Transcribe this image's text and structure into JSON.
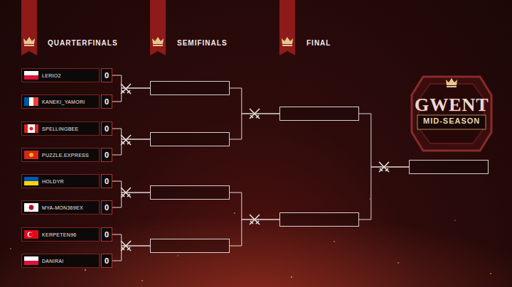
{
  "diagram": {
    "nodes": [
      {
        "text": [
          "LERIO2",
          "0"
        ]
      },
      {
        "text": [
          "KANEKI_YAMORI",
          "0"
        ]
      },
      {
        "text": [
          "SPELLINGBEE",
          "0"
        ]
      },
      {
        "text": [
          "PUZZLE.EXPRESS",
          "0"
        ]
      },
      {
        "text": [
          "HOLDYR",
          "0"
        ]
      },
      {
        "text": [
          "MYA-MON369EX",
          "0"
        ]
      },
      {
        "text": [
          "KERPETEN96",
          "0"
        ]
      },
      {
        "text": [
          "DANIRAI",
          "0"
        ]
      },
      {
        "text": []
      },
      {
        "text": []
      },
      {
        "text": []
      },
      {
        "text": []
      },
      {
        "text": []
      },
      {
        "text": []
      },
      {
        "text": []
      }
    ],
    "edges": [
      {
        "from": 0,
        "to": 8,
        "arrow": "none"
      },
      {
        "from": 1,
        "to": 8,
        "arrow": "none"
      },
      {
        "from": 2,
        "to": 9,
        "arrow": "none"
      },
      {
        "from": 3,
        "to": 9,
        "arrow": "none"
      },
      {
        "from": 4,
        "to": 10,
        "arrow": "none"
      },
      {
        "from": 5,
        "to": 10,
        "arrow": "none"
      },
      {
        "from": 6,
        "to": 11,
        "arrow": "none"
      },
      {
        "from": 7,
        "to": 11,
        "arrow": "none"
      },
      {
        "from": 8,
        "to": 12,
        "arrow": "none"
      },
      {
        "from": 9,
        "to": 12,
        "arrow": "none"
      },
      {
        "from": 10,
        "to": 13,
        "arrow": "none"
      },
      {
        "from": 11,
        "to": 13,
        "arrow": "none"
      },
      {
        "from": 12,
        "to": 14,
        "arrow": "none"
      },
      {
        "from": 13,
        "to": 14,
        "arrow": "none"
      }
    ],
    "labels": [
      "QUARTERFINALS",
      "SEMIFINALS",
      "FINAL",
      "GWENT",
      "MID-SEASON"
    ]
  }
}
